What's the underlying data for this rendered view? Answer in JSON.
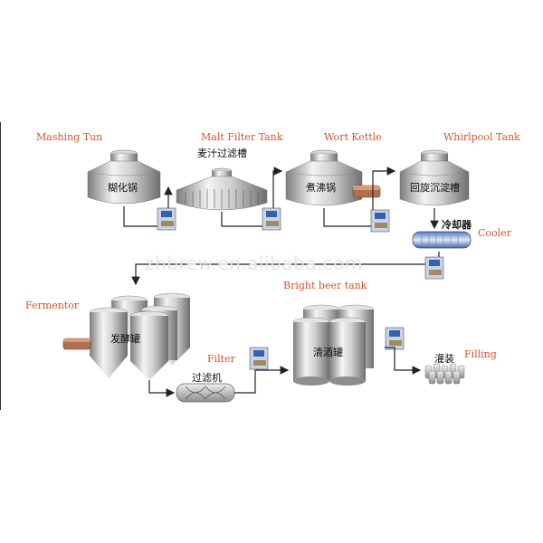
{
  "watermark": "zhbrew.en.alibaba.com",
  "labels": {
    "mashing_tun": "Mashing Tun",
    "malt_filter_tank": "Malt Filter Tank",
    "wort_kettle": "Wort Kettle",
    "whirlpool_tank": "Whirlpool Tank",
    "cooler": "Cooler",
    "bright_beer_tank": "Bright beer tank",
    "fermentor": "Fermentor",
    "filter": "Filter",
    "filling": "Filling"
  },
  "cn": {
    "mashing_tun": "糊化锅",
    "malt_filter_tank": "麦汁过滤槽",
    "wort_kettle": "煮沸锅",
    "whirlpool_tank": "回旋沉淀槽",
    "cooler": "冷却器",
    "fermentor": "发酵罐",
    "filter": "过滤机",
    "bright_beer_tank": "清酒罐",
    "filling": "灌装"
  },
  "colors": {
    "label": "#d9532b",
    "steel_light": "#eeeeee",
    "steel_dark": "#8a8a8a",
    "pipe": "#222222"
  }
}
